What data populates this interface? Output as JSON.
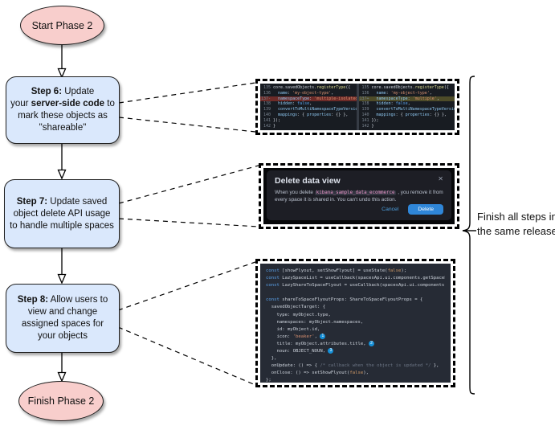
{
  "nodes": {
    "start": "Start Phase 2",
    "finish": "Finish Phase 2"
  },
  "steps": [
    {
      "lines": [
        [
          [
            "b",
            "Step 6:"
          ],
          [
            "r",
            " Update"
          ]
        ],
        [
          [
            "r",
            "your "
          ],
          [
            "b",
            "server-side code"
          ],
          [
            "r",
            " to"
          ]
        ],
        [
          [
            "r",
            "mark these objects as"
          ]
        ],
        [
          [
            "r",
            "\"shareable\""
          ]
        ]
      ]
    },
    {
      "lines": [
        [
          [
            "b",
            "Step 7:"
          ],
          [
            "r",
            " Update saved"
          ]
        ],
        [
          [
            "r",
            "object delete API usage"
          ]
        ],
        [
          [
            "r",
            "to handle multiple spaces"
          ]
        ]
      ]
    },
    {
      "lines": [
        [
          [
            "b",
            "Step 8:"
          ],
          [
            "r",
            " Allow users to"
          ]
        ],
        [
          [
            "r",
            "view and change"
          ]
        ],
        [
          [
            "r",
            "assigned spaces for"
          ]
        ],
        [
          [
            "r",
            "your objects"
          ]
        ]
      ]
    }
  ],
  "annotation": {
    "text": "Finish all steps in the same release!"
  },
  "diff_screenshot": {
    "left_lines": [
      {
        "n": "135",
        "hl": "",
        "toks": [
          [
            "d",
            "core.savedObjects."
          ],
          [
            "f",
            "registerType"
          ],
          [
            "d",
            "({"
          ]
        ]
      },
      {
        "n": "136",
        "hl": "",
        "toks": [
          [
            "d",
            "  "
          ],
          [
            "p",
            "name"
          ],
          [
            "d",
            ": "
          ],
          [
            "s",
            "'my-object-type'"
          ],
          [
            "d",
            ","
          ]
        ]
      },
      {
        "n": "137-",
        "hl": "removed",
        "toks": [
          [
            "d",
            "  "
          ],
          [
            "p",
            "namespaceType"
          ],
          [
            "d",
            ": "
          ],
          [
            "s",
            "'multiple-isolated'"
          ],
          [
            "d",
            ","
          ]
        ]
      },
      {
        "n": "138",
        "hl": "",
        "toks": [
          [
            "d",
            "  "
          ],
          [
            "p",
            "hidden"
          ],
          [
            "d",
            ": "
          ],
          [
            "k",
            "false"
          ],
          [
            "d",
            ","
          ]
        ]
      },
      {
        "n": "139",
        "hl": "",
        "toks": [
          [
            "d",
            "  "
          ],
          [
            "p",
            "convertToMultiNamespaceTypeVersion"
          ],
          [
            "d",
            ": "
          ],
          [
            "s",
            "'"
          ]
        ]
      },
      {
        "n": "140",
        "hl": "",
        "toks": [
          [
            "d",
            "  "
          ],
          [
            "p",
            "mappings"
          ],
          [
            "d",
            ": { "
          ],
          [
            "p",
            "properties"
          ],
          [
            "d",
            ": {} },"
          ]
        ]
      },
      {
        "n": "141",
        "hl": "",
        "toks": [
          [
            "d",
            "});"
          ]
        ]
      },
      {
        "n": "142",
        "hl": "",
        "toks": [
          [
            "d",
            "}"
          ]
        ]
      }
    ],
    "right_lines": [
      {
        "n": "135",
        "hl": "",
        "toks": [
          [
            "d",
            "core.savedObjects."
          ],
          [
            "f",
            "registerType"
          ],
          [
            "d",
            "({"
          ]
        ]
      },
      {
        "n": "136",
        "hl": "",
        "toks": [
          [
            "d",
            "  "
          ],
          [
            "p",
            "name"
          ],
          [
            "d",
            ": "
          ],
          [
            "s",
            "'my-object-type'"
          ],
          [
            "d",
            ","
          ]
        ]
      },
      {
        "n": "137+",
        "hl": "added",
        "toks": [
          [
            "d",
            "  "
          ],
          [
            "p",
            "namespaceType"
          ],
          [
            "d",
            ": "
          ],
          [
            "s",
            "'multiple'"
          ],
          [
            "d",
            ","
          ]
        ]
      },
      {
        "n": "138",
        "hl": "",
        "toks": [
          [
            "d",
            "  "
          ],
          [
            "p",
            "hidden"
          ],
          [
            "d",
            ": "
          ],
          [
            "k",
            "false"
          ],
          [
            "d",
            ","
          ]
        ]
      },
      {
        "n": "139",
        "hl": "",
        "toks": [
          [
            "d",
            "  "
          ],
          [
            "p",
            "convertToMultiNamespaceTypeVersion"
          ],
          [
            "d",
            ": "
          ],
          [
            "s",
            "'"
          ]
        ]
      },
      {
        "n": "140",
        "hl": "",
        "toks": [
          [
            "d",
            "  "
          ],
          [
            "p",
            "mappings"
          ],
          [
            "d",
            ": { "
          ],
          [
            "p",
            "properties"
          ],
          [
            "d",
            ": {} },"
          ]
        ]
      },
      {
        "n": "141",
        "hl": "",
        "toks": [
          [
            "d",
            "});"
          ]
        ]
      },
      {
        "n": "142",
        "hl": "",
        "toks": [
          [
            "d",
            "}"
          ]
        ]
      }
    ]
  },
  "modal": {
    "title": "Delete data view",
    "close_icon": "✕",
    "body_pre": "When you delete ",
    "code": "kibana_sample_data_ecommerce",
    "body_post": " , you remove it from every space it is shared in. You can't undo this action.",
    "cancel_label": "Cancel",
    "delete_label": "Delete"
  },
  "code_screenshot": {
    "lines": [
      {
        "toks": [
          [
            "k",
            "const"
          ],
          [
            "d",
            " [showFlyout, setShowFlyout] = useState("
          ],
          [
            "v",
            "false"
          ],
          [
            "d",
            ");"
          ]
        ]
      },
      {
        "toks": [
          [
            "k",
            "const"
          ],
          [
            "d",
            " LazySpaceList = useCallback(spacesApi.ui.components.getSpaceLis"
          ]
        ]
      },
      {
        "toks": [
          [
            "k",
            "const"
          ],
          [
            "d",
            " LazyShareToSpaceFlyout = useCallback(spacesApi.ui.components.ge"
          ]
        ]
      },
      {
        "toks": []
      },
      {
        "toks": [
          [
            "k",
            "const"
          ],
          [
            "d",
            " shareToSpaceFlyoutProps: ShareToSpaceFlyoutProps = {"
          ]
        ]
      },
      {
        "toks": [
          [
            "d",
            "  savedObjectTarget: {"
          ]
        ]
      },
      {
        "toks": [
          [
            "d",
            "    type: myObject.type,"
          ]
        ]
      },
      {
        "toks": [
          [
            "d",
            "    namespaces: myObject.namespaces,"
          ]
        ]
      },
      {
        "toks": [
          [
            "d",
            "    id: myObject.id,"
          ]
        ]
      },
      {
        "toks": [
          [
            "d",
            "    icon: "
          ],
          [
            "s",
            "'beaker'"
          ],
          [
            "d",
            ", "
          ],
          [
            "badge",
            "1"
          ]
        ]
      },
      {
        "toks": [
          [
            "d",
            "    title: myObject.attributes.title, "
          ],
          [
            "badge",
            "2"
          ]
        ]
      },
      {
        "toks": [
          [
            "d",
            "    noun: OBJECT_NOUN, "
          ],
          [
            "badge",
            "3"
          ]
        ]
      },
      {
        "toks": [
          [
            "d",
            "  },"
          ]
        ]
      },
      {
        "toks": [
          [
            "d",
            "  onUpdate: () => { "
          ],
          [
            "c",
            "/* callback when the object is updated */"
          ],
          [
            "d",
            " },"
          ]
        ]
      },
      {
        "toks": [
          [
            "d",
            "  onClose: () => setShowFlyout("
          ],
          [
            "v",
            "false"
          ],
          [
            "d",
            "),"
          ]
        ]
      },
      {
        "toks": [
          [
            "d",
            "};"
          ]
        ]
      }
    ]
  },
  "colors": {
    "terminal_node_fill": "#f8cecc",
    "step_node_fill": "#dae8fc",
    "delete_button": "#2f86d8",
    "removed_line": "#6d2b28",
    "added_line": "#4e4c29",
    "badge_blue": "#1590d8"
  }
}
